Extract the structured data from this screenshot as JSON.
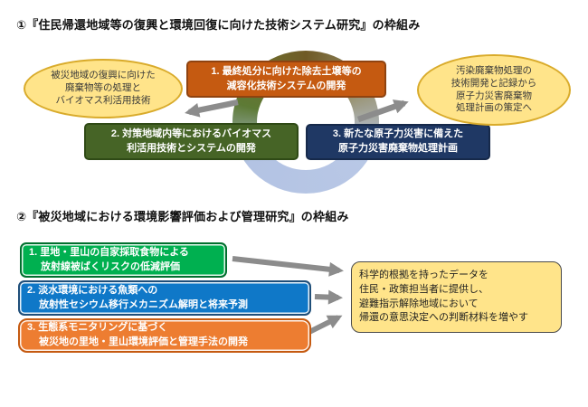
{
  "section1": {
    "title": "①『住民帰還地域等の復興と環境回復に向けた技術システム研究』の枠組み",
    "left_ellipse": {
      "line1": "被災地域の復興に向けた",
      "line2": "廃棄物等の処理と",
      "line3": "バイオマス利活用技術"
    },
    "box1": {
      "line1": "1. 最終処分に向けた除去土壌等の",
      "line2": "減容化技術システムの開発"
    },
    "box2": {
      "line1": "2. 対策地域内等におけるバイオマス",
      "line2": "利活用技術とシステムの開発"
    },
    "box3": {
      "line1": "3. 新たな原子力災害に備えた",
      "line2": "原子力災害廃棄物処理計画"
    },
    "right_ellipse": {
      "line1": "汚染廃棄物処理の",
      "line2": "技術開発と記録から",
      "line3": "原子力災害廃棄物",
      "line4": "処理計画の策定へ"
    }
  },
  "section2": {
    "title": "②『被災地域における環境影響評価および管理研究』の枠組み",
    "box1": {
      "line1": "1. 里地・里山の自家採取食物による",
      "line2": "放射線被ばくリスクの低減評価"
    },
    "box2": {
      "line1": "2. 淡水環境における魚類への",
      "line2": "放射性セシウム移行メカニズム解明と将来予測"
    },
    "box3": {
      "line1": "3. 生態系モニタリングに基づく",
      "line2": "被災地の里地・里山環境評価と管理手法の開発"
    },
    "outcome": {
      "line1": "科学的根拠を持ったデータを",
      "line2": "住民・政策担当者に提供し、",
      "line3": "避難指示解除地域において",
      "line4": "帰還の意思決定への判断材料を増やす"
    }
  },
  "palette": {
    "background": "#ffffff",
    "yellow_fill": "#ffe48a",
    "yellow_border": "#d9ab2b",
    "orange_dark": "#c55a11",
    "green_dark": "#466426",
    "navy": "#1f3864",
    "green_bright": "#00b050",
    "blue": "#0f78c8",
    "orange": "#ed7d31",
    "arrow_gray": "#8c8c8c",
    "ring_brown": "#6f5a26",
    "ring_green": "#5d7a35",
    "ring_blue": "#b9c8e6",
    "outcome_border": "#4a4a4a",
    "text_dark": "#111111"
  }
}
